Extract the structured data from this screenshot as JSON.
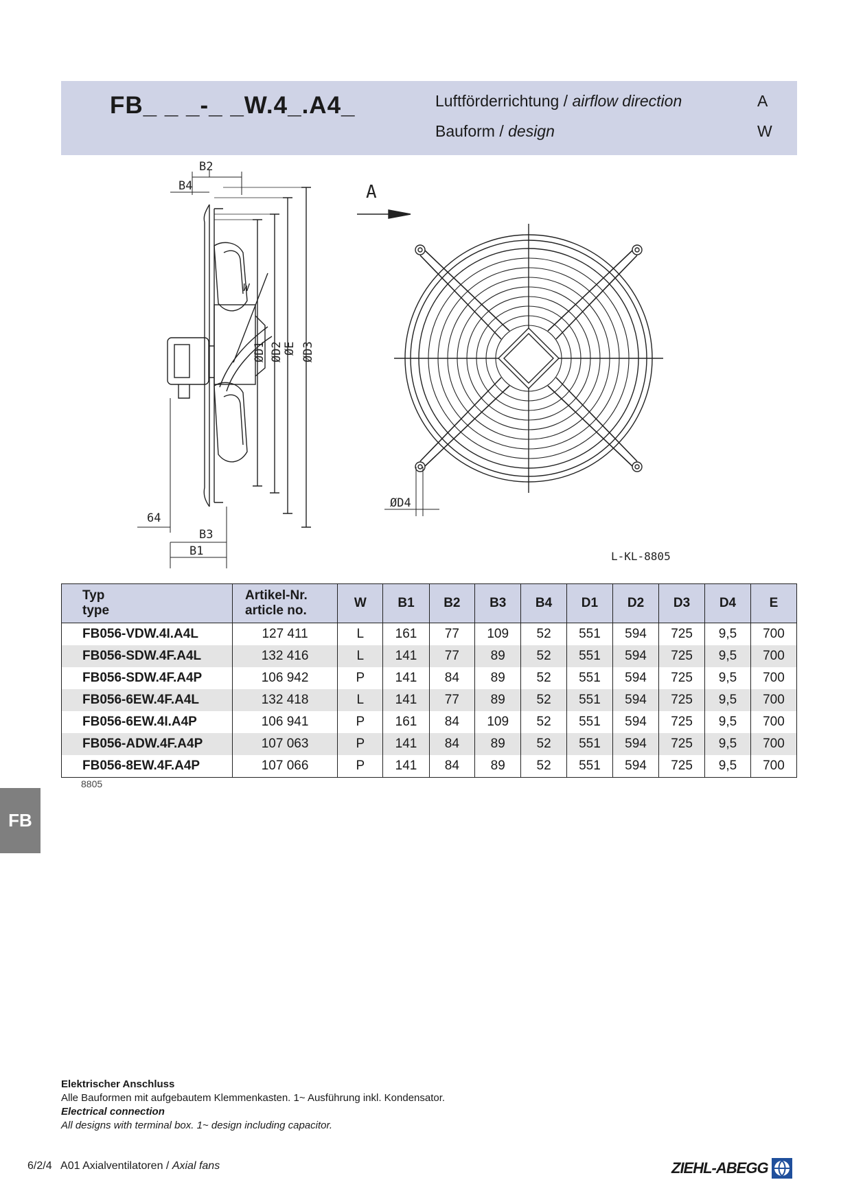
{
  "header": {
    "model_code": "FB_ _ _-_ _W.4_.A4_",
    "airflow_label_de": "Luftförderrichtung /",
    "airflow_label_en": "airflow direction",
    "airflow_code": "A",
    "design_label_de": "Bauform  /",
    "design_label_en": "design",
    "design_code": "W"
  },
  "drawing": {
    "dims": {
      "b2": "B2",
      "b4": "B4",
      "b3": "B3",
      "b1": "B1",
      "w": "W",
      "d1": "ØD1",
      "d2": "ØD2",
      "e": "ØE",
      "d3": "ØD3",
      "d4": "ØD4",
      "dist64": "64",
      "arrow": "A"
    },
    "ref": "L-KL-8805"
  },
  "table": {
    "headers": {
      "type_de": "Typ",
      "type_en": "type",
      "article_de": "Artikel-Nr.",
      "article_en": "article no.",
      "w": "W",
      "b1": "B1",
      "b2": "B2",
      "b3": "B3",
      "b4": "B4",
      "d1": "D1",
      "d2": "D2",
      "d3": "D3",
      "d4": "D4",
      "e": "E"
    },
    "rows": [
      {
        "type": "FB056-VDW.4I.A4L",
        "article": "127 411",
        "w": "L",
        "b1": "161",
        "b2": "77",
        "b3": "109",
        "b4": "52",
        "d1": "551",
        "d2": "594",
        "d3": "725",
        "d4": "9,5",
        "e": "700"
      },
      {
        "type": "FB056-SDW.4F.A4L",
        "article": "132 416",
        "w": "L",
        "b1": "141",
        "b2": "77",
        "b3": "89",
        "b4": "52",
        "d1": "551",
        "d2": "594",
        "d3": "725",
        "d4": "9,5",
        "e": "700"
      },
      {
        "type": "FB056-SDW.4F.A4P",
        "article": "106 942",
        "w": "P",
        "b1": "141",
        "b2": "84",
        "b3": "89",
        "b4": "52",
        "d1": "551",
        "d2": "594",
        "d3": "725",
        "d4": "9,5",
        "e": "700"
      },
      {
        "type": "FB056-6EW.4F.A4L",
        "article": "132 418",
        "w": "L",
        "b1": "141",
        "b2": "77",
        "b3": "89",
        "b4": "52",
        "d1": "551",
        "d2": "594",
        "d3": "725",
        "d4": "9,5",
        "e": "700"
      },
      {
        "type": "FB056-6EW.4I.A4P",
        "article": "106 941",
        "w": "P",
        "b1": "161",
        "b2": "84",
        "b3": "109",
        "b4": "52",
        "d1": "551",
        "d2": "594",
        "d3": "725",
        "d4": "9,5",
        "e": "700"
      },
      {
        "type": "FB056-ADW.4F.A4P",
        "article": "107 063",
        "w": "P",
        "b1": "141",
        "b2": "84",
        "b3": "89",
        "b4": "52",
        "d1": "551",
        "d2": "594",
        "d3": "725",
        "d4": "9,5",
        "e": "700"
      },
      {
        "type": "FB056-8EW.4F.A4P",
        "article": "107 066",
        "w": "P",
        "b1": "141",
        "b2": "84",
        "b3": "89",
        "b4": "52",
        "d1": "551",
        "d2": "594",
        "d3": "725",
        "d4": "9,5",
        "e": "700"
      }
    ],
    "note": "8805"
  },
  "side_tab": "FB",
  "electrical": {
    "title_de": "Elektrischer Anschluss",
    "text_de": "Alle Bauformen mit aufgebautem Klemmenkasten. 1~ Ausführung inkl. Kondensator.",
    "title_en": "Electrical connection",
    "text_en": "All designs with terminal box. 1~ design including capacitor."
  },
  "footer": {
    "page": "6/2/4",
    "section_de": "A01 Axialventilatoren /",
    "section_en": "Axial fans",
    "brand": "ZIEHL-ABEGG"
  },
  "colors": {
    "header_band": "#cfd3e6",
    "row_alt": "#e4e4e4",
    "side_tab": "#7f7f7f"
  }
}
